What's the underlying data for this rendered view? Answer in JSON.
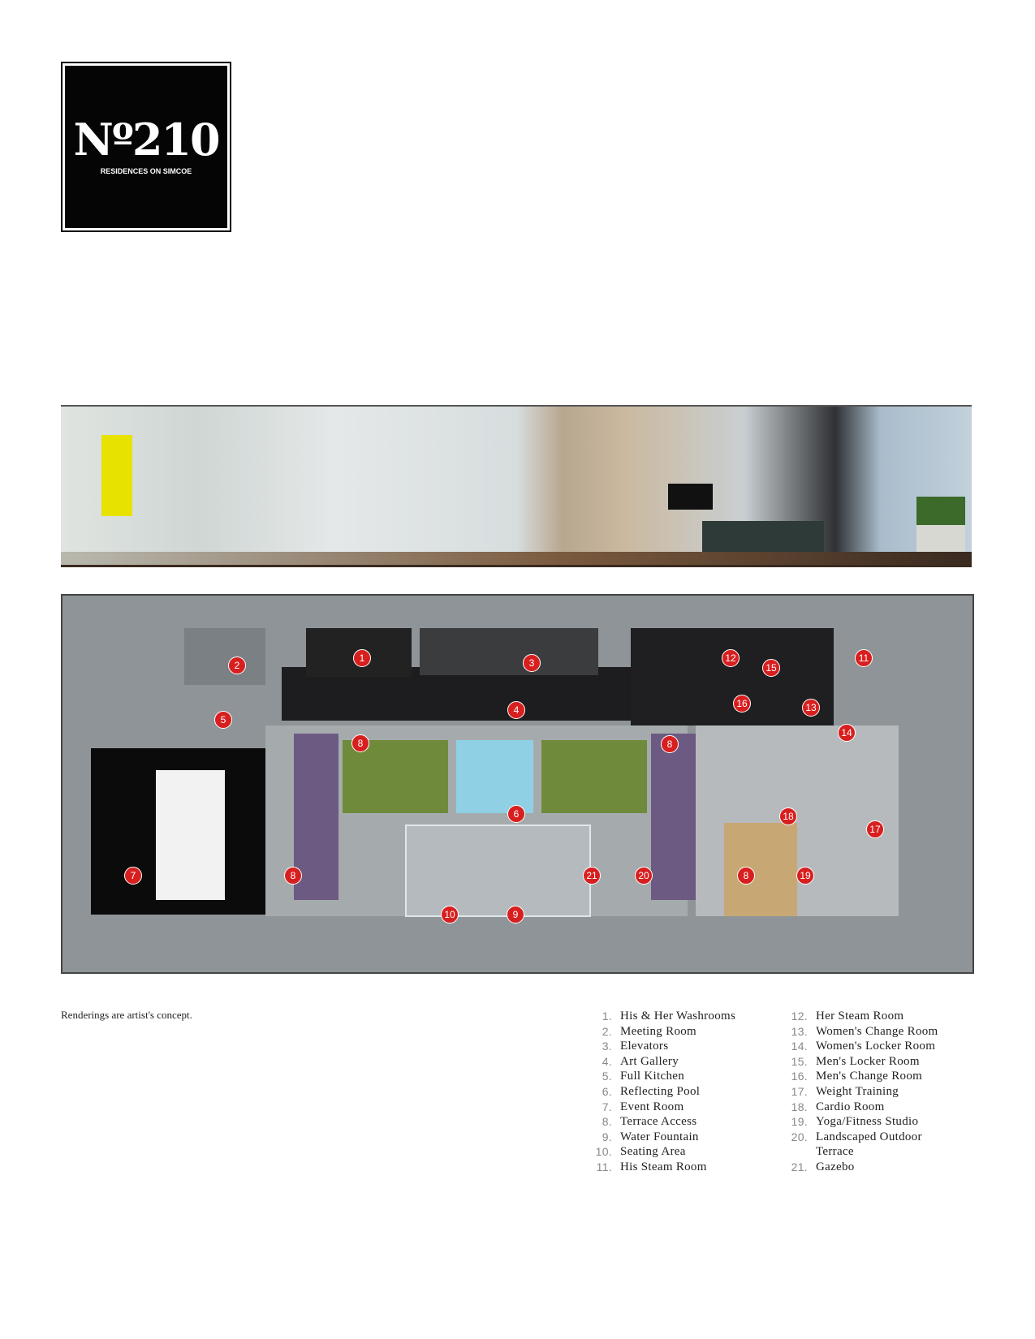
{
  "logo": {
    "mark": "Nº210",
    "subtitle": "RESIDENCES ON SIMCOE"
  },
  "note": "Renderings are artist's concept.",
  "legend": [
    {
      "n": "1.",
      "label": "His & Her Washrooms"
    },
    {
      "n": "2.",
      "label": "Meeting Room"
    },
    {
      "n": "3.",
      "label": "Elevators"
    },
    {
      "n": "4.",
      "label": "Art Gallery"
    },
    {
      "n": "5.",
      "label": "Full Kitchen"
    },
    {
      "n": "6.",
      "label": "Reflecting Pool"
    },
    {
      "n": "7.",
      "label": "Event Room"
    },
    {
      "n": "8.",
      "label": "Terrace Access"
    },
    {
      "n": "9.",
      "label": "Water Fountain"
    },
    {
      "n": "10.",
      "label": "Seating Area"
    },
    {
      "n": "11.",
      "label": "His Steam Room"
    },
    {
      "n": "12.",
      "label": "Her Steam Room"
    },
    {
      "n": "13.",
      "label": "Women's Change Room"
    },
    {
      "n": "14.",
      "label": "Women's Locker Room"
    },
    {
      "n": "15.",
      "label": "Men's Locker Room"
    },
    {
      "n": "16.",
      "label": "Men's Change Room"
    },
    {
      "n": "17.",
      "label": "Weight Training"
    },
    {
      "n": "18.",
      "label": "Cardio Room"
    },
    {
      "n": "19.",
      "label": "Yoga/Fitness Studio"
    },
    {
      "n": "20.",
      "label": "Landscaped Outdoor"
    },
    {
      "n": "",
      "label": "Terrace"
    },
    {
      "n": "21.",
      "label": "Gazebo"
    }
  ],
  "markers": [
    "1",
    "2",
    "3",
    "4",
    "5",
    "6",
    "7",
    "8",
    "8",
    "8",
    "8",
    "9",
    "10",
    "11",
    "12",
    "13",
    "14",
    "15",
    "16",
    "17",
    "18",
    "19",
    "20",
    "21"
  ],
  "colors": {
    "marker": "#d81f1f",
    "plan": "#8e9497"
  }
}
